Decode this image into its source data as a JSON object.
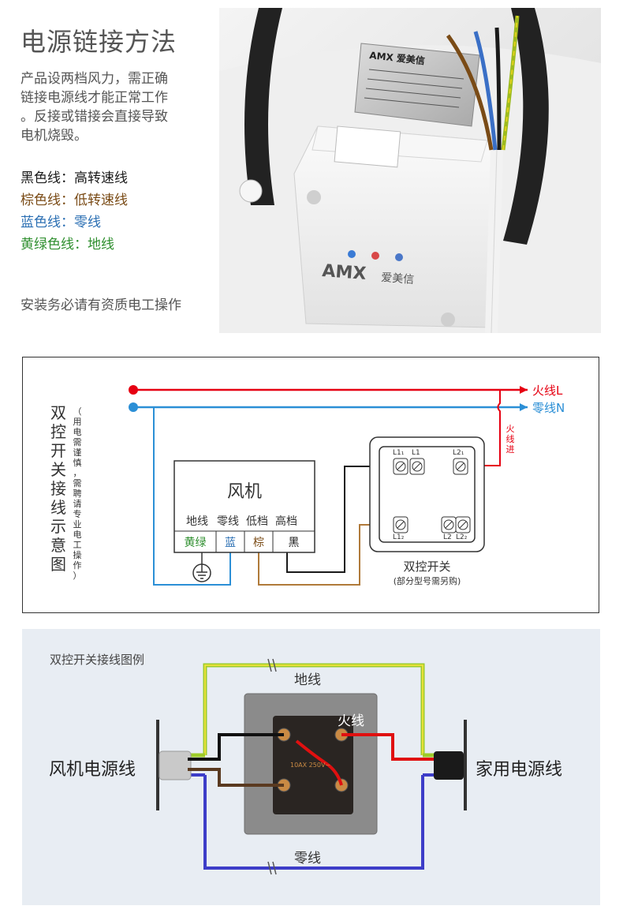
{
  "section": {
    "title": "电源链接方法",
    "intro": [
      "产品设两档风力，需正确",
      "链接电源线才能正常工作",
      "。反接或错接会直接导致",
      "电机烧毁。"
    ],
    "wires": [
      {
        "text": "黑色线：高转速线",
        "color": "#1a1a1a"
      },
      {
        "text": "棕色线：低转速线",
        "color": "#7a4b16"
      },
      {
        "text": "蓝色线：零线",
        "color": "#2b6fb3"
      },
      {
        "text": "黄绿色线：地线",
        "color": "#2f8f2f"
      }
    ],
    "notice": "安装务必请有资质电工操作"
  },
  "photo": {
    "nameplate_brand": "AMX 爱美信",
    "body_brand": "AMX",
    "body_brand_cn": "爱美信"
  },
  "diagram1": {
    "title_chars": [
      "双",
      "控",
      "开",
      "关",
      "接",
      "线",
      "示",
      "意",
      "图"
    ],
    "subtitle_chars": [
      "（",
      "用",
      "电",
      "需",
      "谨",
      "慎",
      "，",
      "需",
      "聘",
      "请",
      "专",
      "业",
      "电",
      "工",
      "操",
      "作",
      "）"
    ],
    "live_label": "火线L",
    "neutral_label": "零线N",
    "live_in_chars": [
      "火",
      "线",
      "进"
    ],
    "fan_label": "风机",
    "fan_terms": [
      "地线",
      "零线",
      "低档",
      "高档"
    ],
    "fan_boxes": [
      {
        "text": "黄绿",
        "color": "#2f8f2f"
      },
      {
        "text": "蓝",
        "color": "#2b6fb3"
      },
      {
        "text": "棕",
        "color": "#7a4b16"
      },
      {
        "text": "黑",
        "color": "#1a1a1a"
      }
    ],
    "switch_terms": [
      "L1₁",
      "L1",
      "L2₁",
      "L1₂",
      "L2",
      "L2₂"
    ],
    "switch_label": "双控开关",
    "switch_note": "(部分型号需另购)",
    "colors": {
      "live": "#e60012",
      "neutral": "#2b8fd6",
      "black": "#1a1a1a",
      "brown": "#b07a3a"
    }
  },
  "diagram2": {
    "title": "双控开关接线图例",
    "ground": "地线",
    "live": "火线",
    "neutral": "零线",
    "left_label": "风机电源线",
    "right_label": "家用电源线",
    "socket_text": "10AX 250V~"
  }
}
